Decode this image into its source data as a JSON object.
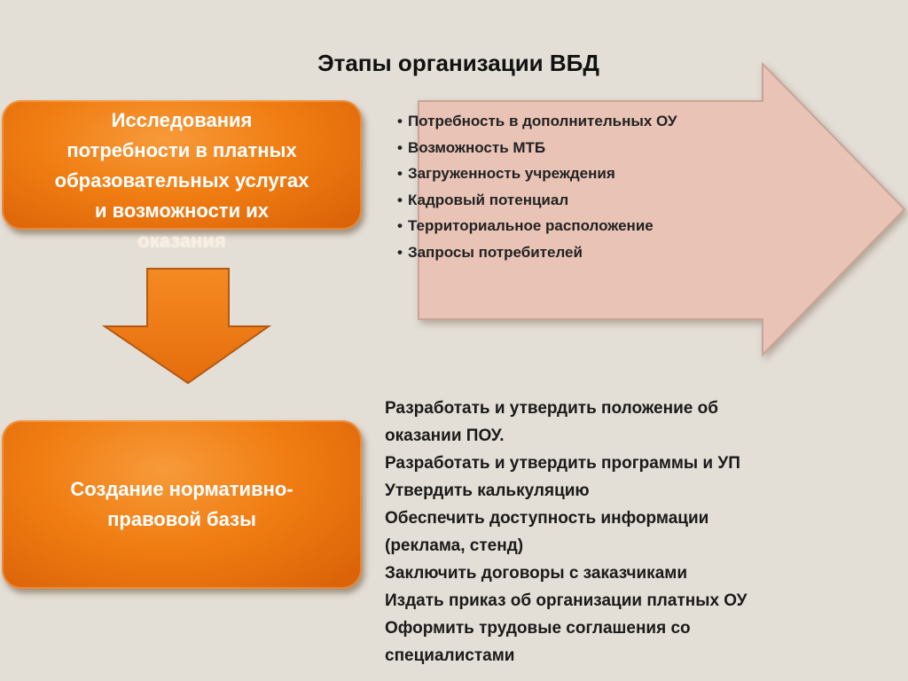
{
  "title": "Этапы организации ВБД",
  "stage1": {
    "lines": [
      "Исследования",
      "потребности в платных",
      "образовательных услугах",
      "и возможности их"
    ],
    "overflow_line": "оказания"
  },
  "factors": [
    "Потребность в дополнительных ОУ",
    "Возможность МТБ",
    "Загруженность учреждения",
    "Кадровый потенциал",
    "Территориальное расположение",
    "Запросы потребителей"
  ],
  "stage2": {
    "text": "Создание нормативно-правовой базы"
  },
  "actions": [
    "Разработать и утвердить положение об",
    "оказании ПОУ.",
    "Разработать и утвердить программы и УП",
    "Утвердить калькуляцию",
    "Обеспечить доступность информации",
    "(реклама, стенд)",
    "Заключить договоры с заказчиками",
    "Издать приказ об организации платных ОУ",
    "Оформить трудовые соглашения со",
    "специалистами"
  ],
  "colors": {
    "background": "#e3ded6",
    "orange": "#f07d12",
    "arrow_fill": "#e8c4b8",
    "arrow_stroke": "#c9a79c"
  }
}
